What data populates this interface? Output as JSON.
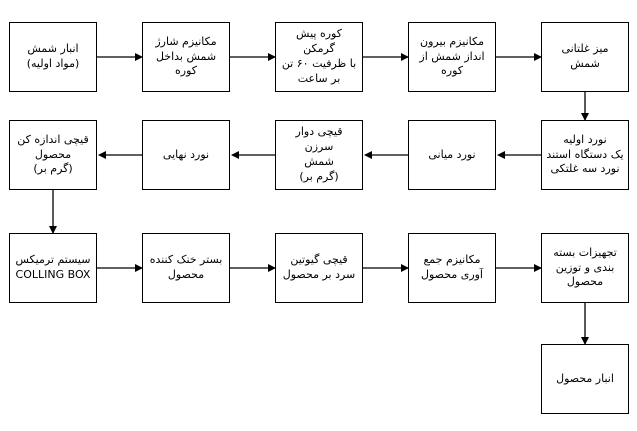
{
  "diagram": {
    "steps": [
      {
        "id": "1",
        "label": "انبار شمش\n(مواد اولیه)"
      },
      {
        "id": "2",
        "label": "مکانیزم شارژ\nشمش بداخل کوره"
      },
      {
        "id": "3",
        "label": "کوره پیش گرمکن\nبا ظرفیت ۶۰ تن\nبر ساعت"
      },
      {
        "id": "4",
        "label": "مکانیزم بیرون\nانداز شمش از\nکوره"
      },
      {
        "id": "5",
        "label": "میز غلتانی شمش"
      },
      {
        "id": "6",
        "label": "نورد اولیه\nیک دستگاه استند\nنورد سه غلتکی"
      },
      {
        "id": "7",
        "label": "نورد میانی"
      },
      {
        "id": "8",
        "label": "قیچی دوار سرزن\nشمش\n(گرم بر)"
      },
      {
        "id": "9",
        "label": "نورد نهایی"
      },
      {
        "id": "10",
        "label": "قیچی اندازه کن\nمحصول\n(گرم بر)"
      },
      {
        "id": "11",
        "label": "سیستم ترمیکس\nCOLLING BOX"
      },
      {
        "id": "12",
        "label": "بستر خنک کننده\nمحصول"
      },
      {
        "id": "13",
        "label": "قیچی گیوتین\nسرد بر محصول"
      },
      {
        "id": "14",
        "label": "مکانیزم جمع\nآوری محصول"
      },
      {
        "id": "15",
        "label": "تجهیزات بسته\nبندی و توزین\nمحصول"
      },
      {
        "id": "16",
        "label": "انبار محصول"
      }
    ]
  }
}
